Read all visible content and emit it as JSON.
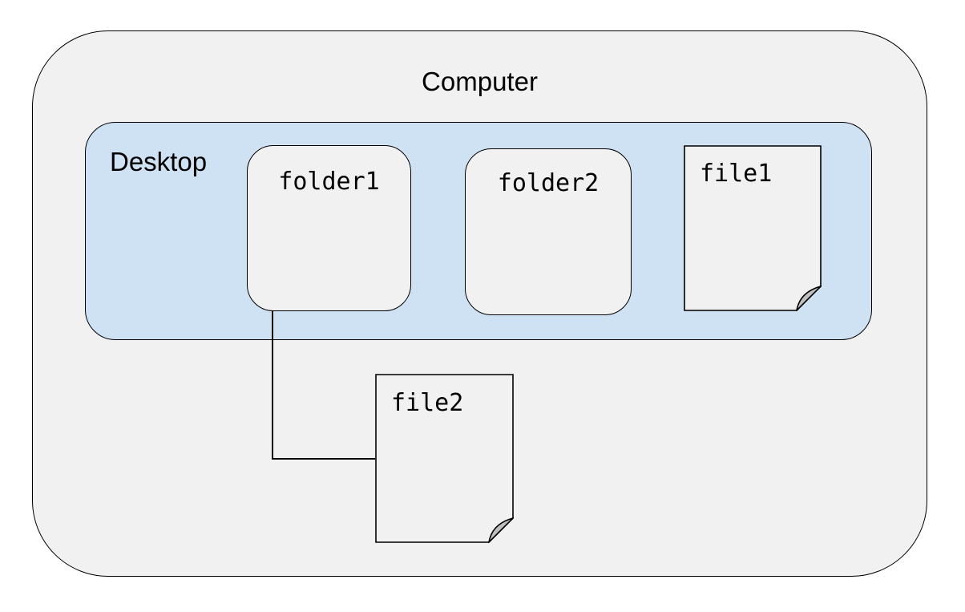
{
  "computer": {
    "label": "Computer"
  },
  "desktop": {
    "label": "Desktop"
  },
  "nodes": {
    "folder1": {
      "label": "folder1",
      "type": "folder",
      "parent": "Desktop"
    },
    "folder2": {
      "label": "folder2",
      "type": "folder",
      "parent": "Desktop"
    },
    "file1": {
      "label": "file1",
      "type": "file",
      "parent": "Desktop"
    },
    "file2": {
      "label": "file2",
      "type": "file",
      "parent": "Computer"
    }
  },
  "connector": {
    "from": "folder1",
    "to": "file2",
    "style": "elbow"
  },
  "colors": {
    "computer_fill": "#f1f1f1",
    "desktop_fill": "#cfe2f3",
    "node_fill": "#f1f1f1",
    "fold_fill": "#bfbfbf",
    "stroke": "#000000",
    "background": "#ffffff"
  }
}
